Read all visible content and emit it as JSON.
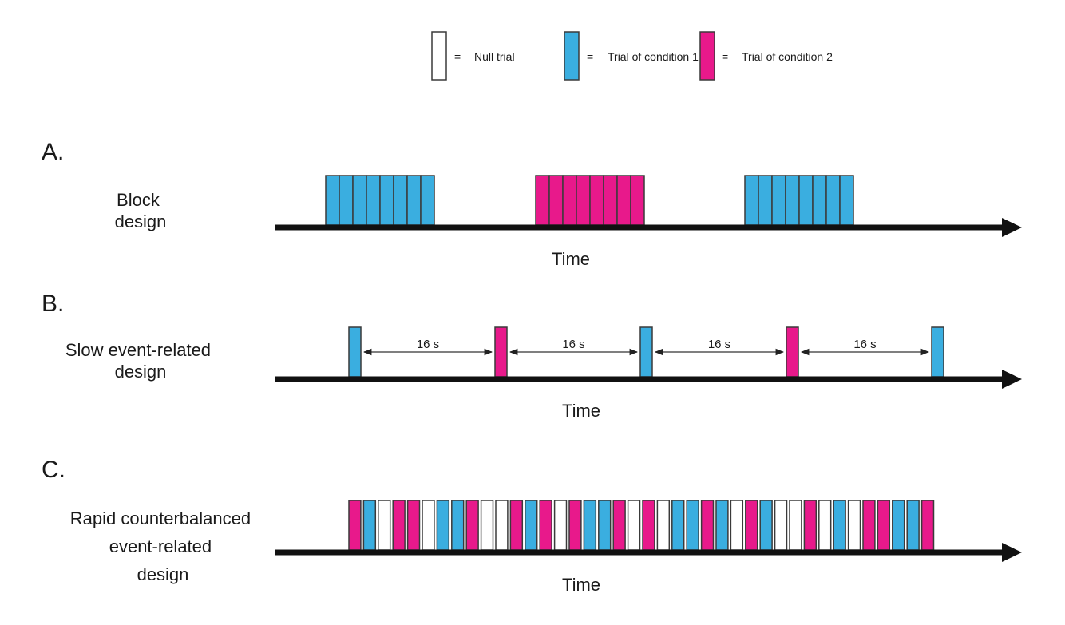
{
  "colors": {
    "null": "#ffffff",
    "condition1": "#3aaee0",
    "condition2": "#e8198b",
    "outline": "#3a3a3a",
    "axis": "#111111"
  },
  "legend": [
    {
      "type": "null",
      "equals": "=",
      "label": "Null trial"
    },
    {
      "type": "condition1",
      "equals": "=",
      "label": "Trial of condition 1"
    },
    {
      "type": "condition2",
      "equals": "=",
      "label": "Trial of condition 2"
    }
  ],
  "panels": [
    {
      "letter": "A.",
      "label_lines": [
        "Block",
        "design"
      ],
      "axis_label": "Time",
      "kind": "block",
      "blocks": [
        {
          "type": "condition1",
          "count": 8
        },
        {
          "type": "condition2",
          "count": 8
        },
        {
          "type": "condition1",
          "count": 8
        }
      ]
    },
    {
      "letter": "B.",
      "label_lines": [
        "Slow event-related",
        "design"
      ],
      "axis_label": "Time",
      "kind": "slow",
      "trials": [
        "condition1",
        "condition2",
        "condition1",
        "condition2",
        "condition1"
      ],
      "interval_label": "16 s"
    },
    {
      "letter": "C.",
      "label_lines": [
        "Rapid counterbalanced",
        "event-related",
        "design"
      ],
      "axis_label": "Time",
      "kind": "rapid",
      "sequence": [
        "condition2",
        "condition1",
        "null",
        "condition2",
        "condition2",
        "null",
        "condition1",
        "condition1",
        "condition2",
        "null",
        "null",
        "condition2",
        "condition1",
        "condition2",
        "null",
        "condition2",
        "condition1",
        "condition1",
        "condition2",
        "null",
        "condition2",
        "null",
        "condition1",
        "condition1",
        "condition2",
        "condition1",
        "null",
        "condition2",
        "condition1",
        "null",
        "null",
        "condition2",
        "null",
        "condition1",
        "null",
        "condition2",
        "condition2",
        "condition1",
        "condition1",
        "condition2"
      ]
    }
  ]
}
